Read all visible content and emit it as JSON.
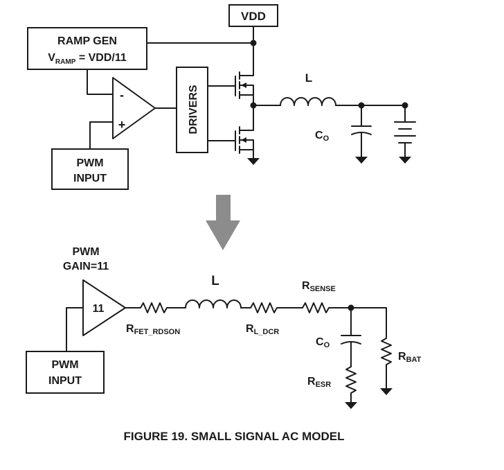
{
  "top_circuit": {
    "vdd_label": "VDD",
    "ramp_gen": {
      "title": "RAMP GEN",
      "v_main": "V",
      "v_sub": "RAMP",
      "v_rest": " = VDD/11"
    },
    "comparator": {
      "minus": "-",
      "plus": "+"
    },
    "drivers_label": "DRIVERS",
    "inductor_label": "L",
    "capacitor": {
      "main": "C",
      "sub": "O"
    },
    "pwm_input": {
      "line1": "PWM",
      "line2": "INPUT"
    }
  },
  "arrow": {
    "color": "#8c8c8c"
  },
  "bottom_model": {
    "pwm_gain": {
      "line1": "PWM",
      "line2": "GAIN=11"
    },
    "amp_gain": "11",
    "r_fet": {
      "main": "R",
      "sub": "FET_RDSON"
    },
    "inductor_label": "L",
    "r_l_dcr": {
      "main": "R",
      "sub": "L_DCR"
    },
    "r_sense": {
      "main": "R",
      "sub": "SENSE"
    },
    "capacitor": {
      "main": "C",
      "sub": "O"
    },
    "r_esr": {
      "main": "R",
      "sub": "ESR"
    },
    "r_bat": {
      "main": "R",
      "sub": "BAT"
    },
    "pwm_input": {
      "line1": "PWM",
      "line2": "INPUT"
    }
  },
  "caption": "FIGURE 19.  SMALL SIGNAL AC MODEL"
}
